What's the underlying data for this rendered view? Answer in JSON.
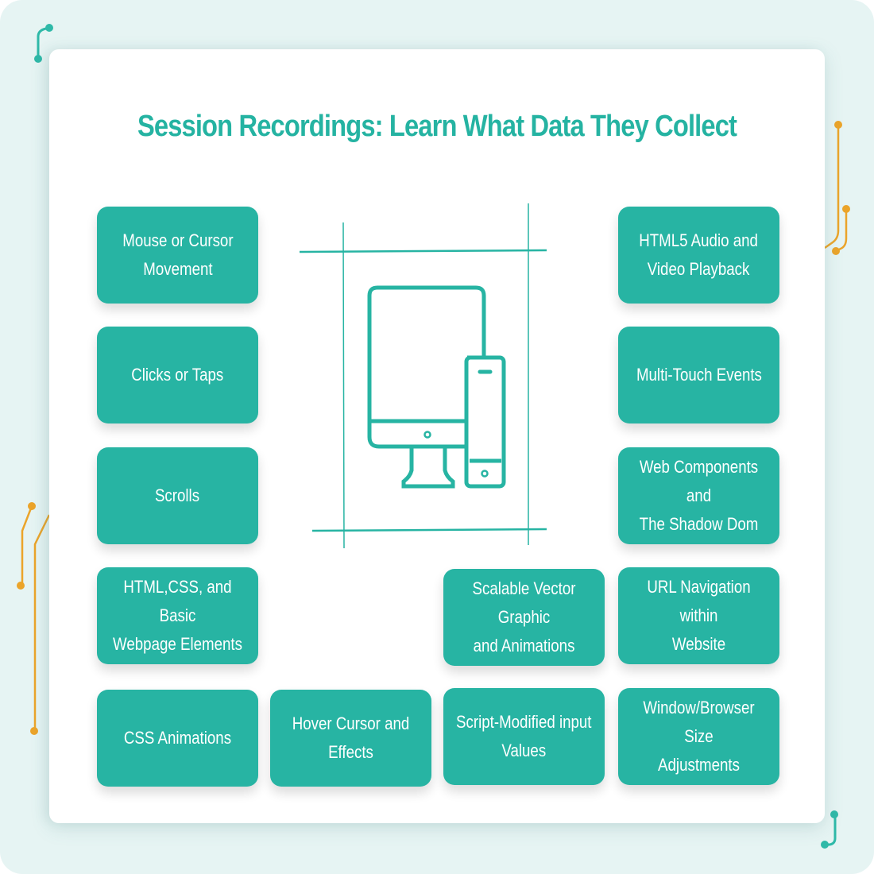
{
  "title": "Session Recordings: Learn What Data They Collect",
  "colors": {
    "accent": "#27b4a3",
    "background": "#e6f4f3",
    "decoration_orange": "#eba42a",
    "card": "#ffffff",
    "box_text": "#ffffff"
  },
  "center_graphic": {
    "icon": "desktop-and-mobile-devices-icon"
  },
  "boxes": {
    "left": [
      {
        "label": "Mouse or Cursor\nMovement"
      },
      {
        "label": "Clicks or Taps"
      },
      {
        "label": "Scrolls"
      },
      {
        "label": "HTML,CSS, and Basic\nWebpage Elements"
      },
      {
        "label": "CSS Animations"
      }
    ],
    "bottom_middle": [
      {
        "label": "Hover Cursor and Effects"
      },
      {
        "label": "Scalable Vector Graphic\nand Animations"
      },
      {
        "label": "Script-Modified input\nValues"
      }
    ],
    "right": [
      {
        "label": "HTML5 Audio and\nVideo Playback"
      },
      {
        "label": "Multi-Touch Events"
      },
      {
        "label": "Web Components and\nThe Shadow Dom"
      },
      {
        "label": "URL Navigation within\nWebsite"
      },
      {
        "label": "Window/Browser Size\nAdjustments"
      }
    ]
  }
}
